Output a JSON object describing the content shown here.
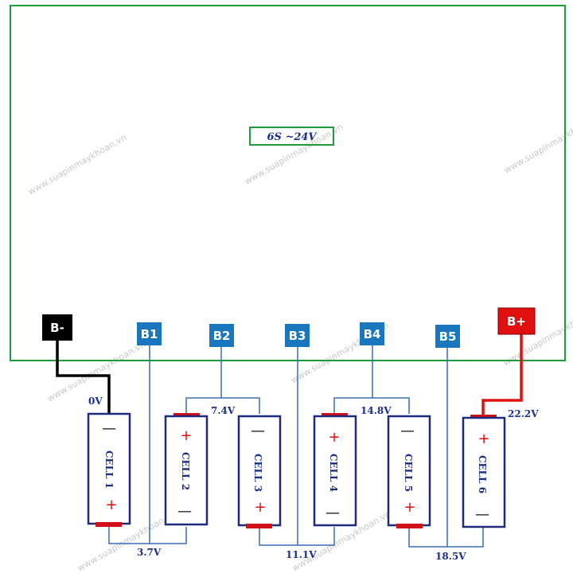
{
  "board": {
    "label": "6S ~24V",
    "border_color": "#1f9a3c"
  },
  "terminals": {
    "b_minus": "B-",
    "b1": "B1",
    "b2": "B2",
    "b3": "B3",
    "b4": "B4",
    "b5": "B5",
    "b_plus": "B+"
  },
  "cells": [
    "CELL 1",
    "CELL 2",
    "CELL 3",
    "CELL 4",
    "CELL 5",
    "CELL 6"
  ],
  "voltages": {
    "v0": "0V",
    "v1": "3.7V",
    "v2": "7.4V",
    "v3": "11.1V",
    "v4": "14.8V",
    "v5": "18.5V",
    "v6": "22.2V"
  },
  "signs": {
    "plus": "+",
    "minus": "—"
  },
  "watermark": "www.suapinmaykhoan.vn",
  "colors": {
    "tag_blue": "#1a76bd",
    "tag_black": "#000000",
    "tag_red": "#e01010",
    "wire_blue": "#3a6fb0",
    "wire_red": "#e01010",
    "wire_black": "#000000",
    "cell_border": "#1e2a7a",
    "terminal_red": "#d01018",
    "label_navy": "#1a2f8a"
  }
}
